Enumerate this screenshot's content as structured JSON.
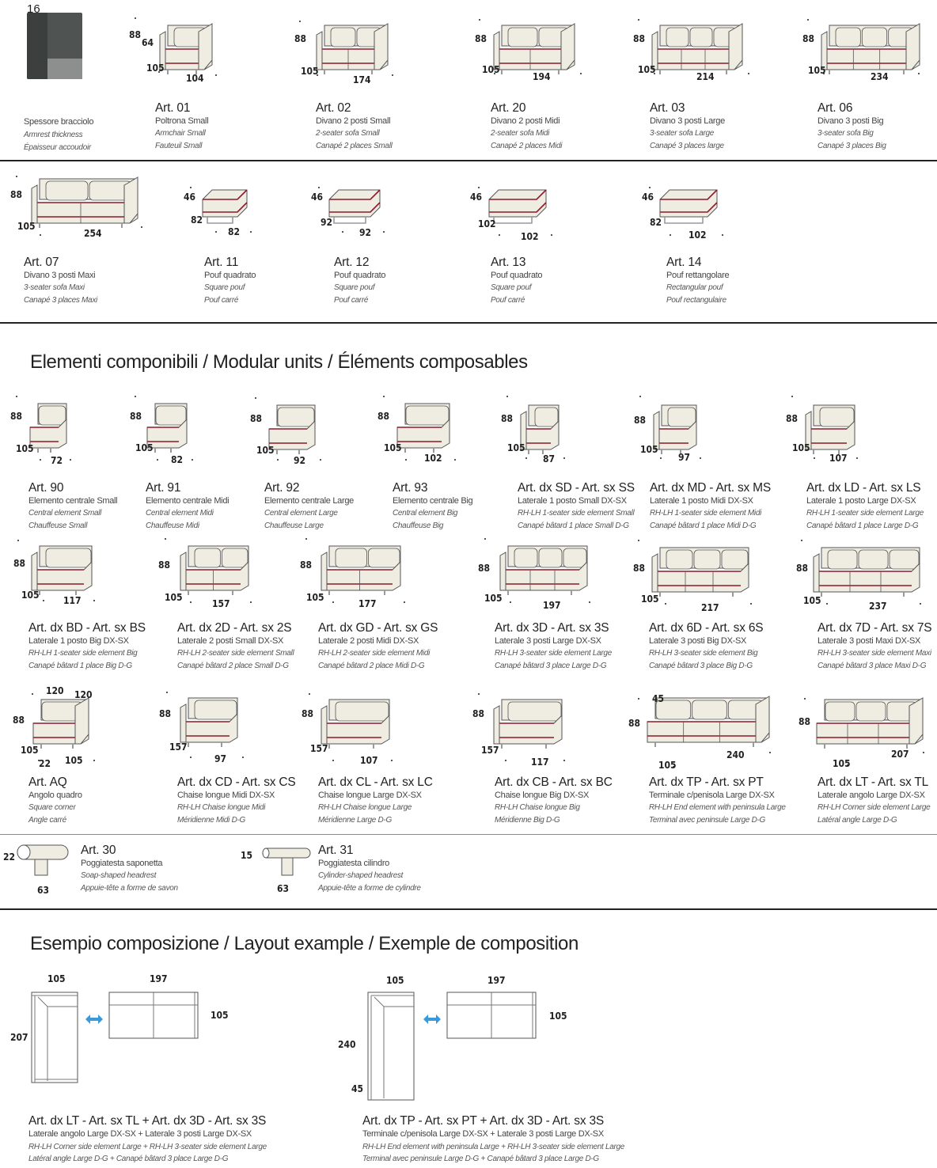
{
  "armrest": {
    "value": "16",
    "it": "Spessore bracciolo",
    "en": "Armrest thickness",
    "fr": "Épaisseur accoudoir"
  },
  "row1": [
    {
      "code": "Art. 01",
      "it": "Poltrona Small",
      "en": "Armchair Small",
      "fr": "Fauteuil Small",
      "h": "88",
      "h2": "64",
      "d": "105",
      "w": "104"
    },
    {
      "code": "Art. 02",
      "it": "Divano 2 posti Small",
      "en": "2-seater sofa Small",
      "fr": "Canapé 2 places Small",
      "h": "88",
      "d": "105",
      "w": "174"
    },
    {
      "code": "Art. 20",
      "it": "Divano 2 posti Midi",
      "en": "2-seater sofa Midi",
      "fr": "Canapé 2 places Midi",
      "h": "88",
      "d": "105",
      "w": "194"
    },
    {
      "code": "Art. 03",
      "it": "Divano 3 posti Large",
      "en": "3-seater sofa Large",
      "fr": "Canapé 3 places large",
      "h": "88",
      "d": "105",
      "w": "214"
    },
    {
      "code": "Art. 06",
      "it": "Divano 3 posti Big",
      "en": "3-seater sofa Big",
      "fr": "Canapé 3 places Big",
      "h": "88",
      "d": "105",
      "w": "234"
    }
  ],
  "row2": [
    {
      "code": "Art. 07",
      "it": "Divano 3 posti Maxi",
      "en": "3-seater sofa Maxi",
      "fr": "Canapé 3 places Maxi",
      "h": "88",
      "d": "105",
      "w": "254"
    },
    {
      "code": "Art. 11",
      "it": "Pouf quadrato",
      "en": "Square pouf",
      "fr": "Pouf carré",
      "h": "46",
      "d": "82",
      "w": "82"
    },
    {
      "code": "Art. 12",
      "it": "Pouf quadrato",
      "en": "Square pouf",
      "fr": "Pouf carré",
      "h": "46",
      "d": "92",
      "w": "92"
    },
    {
      "code": "Art. 13",
      "it": "Pouf quadrato",
      "en": "Square pouf",
      "fr": "Pouf carré",
      "h": "46",
      "d": "102",
      "w": "102"
    },
    {
      "code": "Art. 14",
      "it": "Pouf rettangolare",
      "en": "Rectangular pouf",
      "fr": "Pouf rectangulaire",
      "h": "46",
      "d": "82",
      "w": "102"
    }
  ],
  "modular_title": "Elementi componibili / Modular units / Éléments composables",
  "row3": [
    {
      "code": "Art. 90",
      "it": "Elemento centrale Small",
      "en": "Central element Small",
      "fr": "Chauffeuse Small",
      "h": "88",
      "d": "105",
      "w": "72"
    },
    {
      "code": "Art. 91",
      "it": "Elemento centrale Midi",
      "en": "Central element Midi",
      "fr": "Chauffeuse Midi",
      "h": "88",
      "d": "105",
      "w": "82"
    },
    {
      "code": "Art. 92",
      "it": "Elemento centrale Large",
      "en": "Central element Large",
      "fr": "Chauffeuse Large",
      "h": "88",
      "d": "105",
      "w": "92"
    },
    {
      "code": "Art. 93",
      "it": "Elemento centrale Big",
      "en": "Central element Big",
      "fr": "Chauffeuse Big",
      "h": "88",
      "d": "105",
      "w": "102"
    },
    {
      "code": "Art. dx SD - Art. sx SS",
      "it": "Laterale 1 posto Small DX-SX",
      "en": "RH-LH 1-seater side element Small",
      "fr": "Canapé bâtard 1 place Small D-G",
      "h": "88",
      "d": "105",
      "w": "87"
    },
    {
      "code": "Art. dx MD - Art. sx MS",
      "it": "Laterale 1 posto Midi DX-SX",
      "en": "RH-LH 1-seater side element Midi",
      "fr": "Canapé bâtard 1 place Midi D-G",
      "h": "88",
      "d": "105",
      "w": "97"
    },
    {
      "code": "Art. dx LD - Art. sx LS",
      "it": "Laterale 1 posto Large DX-SX",
      "en": "RH-LH 1-seater side element Large",
      "fr": "Canapé bâtard 1 place Large D-G",
      "h": "88",
      "d": "105",
      "w": "107"
    }
  ],
  "row4": [
    {
      "code": "Art. dx BD - Art. sx BS",
      "it": "Laterale 1 posto Big DX-SX",
      "en": "RH-LH 1-seater side element Big",
      "fr": "Canapé bâtard 1 place Big D-G",
      "h": "88",
      "d": "105",
      "w": "117"
    },
    {
      "code": "Art. dx 2D - Art. sx 2S",
      "it": "Laterale 2 posti Small DX-SX",
      "en": "RH-LH 2-seater side element Small",
      "fr": "Canapé bâtard 2 place Small D-G",
      "h": "88",
      "d": "105",
      "w": "157"
    },
    {
      "code": "Art. dx GD - Art. sx GS",
      "it": "Laterale 2 posti Midi DX-SX",
      "en": "RH-LH 2-seater side element Midi",
      "fr": "Canapé bâtard 2 place Midi D-G",
      "h": "88",
      "d": "105",
      "w": "177"
    },
    {
      "code": "Art. dx 3D - Art. sx 3S",
      "it": "Laterale 3 posti Large DX-SX",
      "en": "RH-LH 3-seater side element Large",
      "fr": "Canapé bâtard 3 place Large D-G",
      "h": "88",
      "d": "105",
      "w": "197"
    },
    {
      "code": "Art. dx 6D - Art. sx 6S",
      "it": "Laterale 3 posti Big DX-SX",
      "en": "RH-LH 3-seater side element Big",
      "fr": "Canapé bâtard 3 place Big D-G",
      "h": "88",
      "d": "105",
      "w": "217"
    },
    {
      "code": "Art. dx 7D - Art. sx 7S",
      "it": "Laterale 3 posti Maxi DX-SX",
      "en": "RH-LH 3-seater side element Maxi",
      "fr": "Canapé bâtard 3 place Maxi D-G",
      "h": "88",
      "d": "105",
      "w": "237"
    }
  ],
  "row5": [
    {
      "code": "Art. AQ",
      "it": "Angolo quadro",
      "en": "Square corner",
      "fr": "Angle carré",
      "h": "88",
      "d": "105",
      "w": "105",
      "w2": "120",
      "d2": "120",
      "a": "22"
    },
    {
      "code": "Art. dx CD - Art. sx CS",
      "it": "Chaise longue Midi DX-SX",
      "en": "RH-LH Chaise longue Midi",
      "fr": "Méridienne Midi D-G",
      "h": "88",
      "d": "157",
      "w": "97"
    },
    {
      "code": "Art. dx CL - Art. sx LC",
      "it": "Chaise longue Large DX-SX",
      "en": "RH-LH Chaise longue Large",
      "fr": "Méridienne Large D-G",
      "h": "88",
      "d": "157",
      "w": "107"
    },
    {
      "code": "Art. dx CB - Art. sx BC",
      "it": "Chaise longue Big DX-SX",
      "en": "RH-LH Chaise longue Big",
      "fr": "Méridienne Big D-G",
      "h": "88",
      "d": "157",
      "w": "117"
    },
    {
      "code": "Art. dx TP - Art. sx PT",
      "it": "Terminale c/penisola Large DX-SX",
      "en": "RH-LH End element with peninsula Large",
      "fr": "Terminal avec peninsule Large D-G",
      "h": "88",
      "d": "105",
      "w": "240",
      "a": "45"
    },
    {
      "code": "Art. dx LT - Art. sx TL",
      "it": "Laterale angolo Large DX-SX",
      "en": "RH-LH Corner side element Large",
      "fr": "Latéral angle Large D-G",
      "h": "88",
      "d": "105",
      "w": "207"
    }
  ],
  "headrests": [
    {
      "code": "Art. 30",
      "it": "Poggiatesta saponetta",
      "en": "Soap-shaped headrest",
      "fr": "Appuie-tête a forme de savon",
      "h": "22",
      "w": "63"
    },
    {
      "code": "Art. 31",
      "it": "Poggiatesta cilindro",
      "en": "Cylinder-shaped headrest",
      "fr": "Appuie-tête a forme de cylindre",
      "h": "15",
      "w": "63"
    }
  ],
  "layout_title": "Esempio composizione / Layout example / Exemple de composition",
  "layouts": [
    {
      "code": "Art. dx LT - Art. sx TL + Art. dx 3D - Art. sx 3S",
      "it": "Laterale angolo Large DX-SX + Laterale 3 posti Large DX-SX",
      "en": "RH-LH Corner side element Large + RH-LH 3-seater side element Large",
      "fr": "Latéral angle Large D-G + Canapé bâtard 3 place Large D-G",
      "a": "105",
      "b": "197",
      "c": "105",
      "d": "207"
    },
    {
      "code": "Art. dx TP - Art. sx PT + Art. dx 3D - Art. sx 3S",
      "it": "Terminale c/penisola Large DX-SX + Laterale 3 posti Large DX-SX",
      "en": "RH-LH End element with peninsula Large + RH-LH 3-seater side element Large",
      "fr": "Terminal avec peninsule Large D-G + Canapé bâtard 3 place Large D-G",
      "a": "105",
      "b": "197",
      "c": "105",
      "d": "240",
      "e": "45"
    }
  ],
  "colors": {
    "fabric": "#efece2",
    "piping": "#8b1a2b",
    "outline": "#555555",
    "frame": "#9a9a9a",
    "arrow": "#3a9ad9"
  }
}
